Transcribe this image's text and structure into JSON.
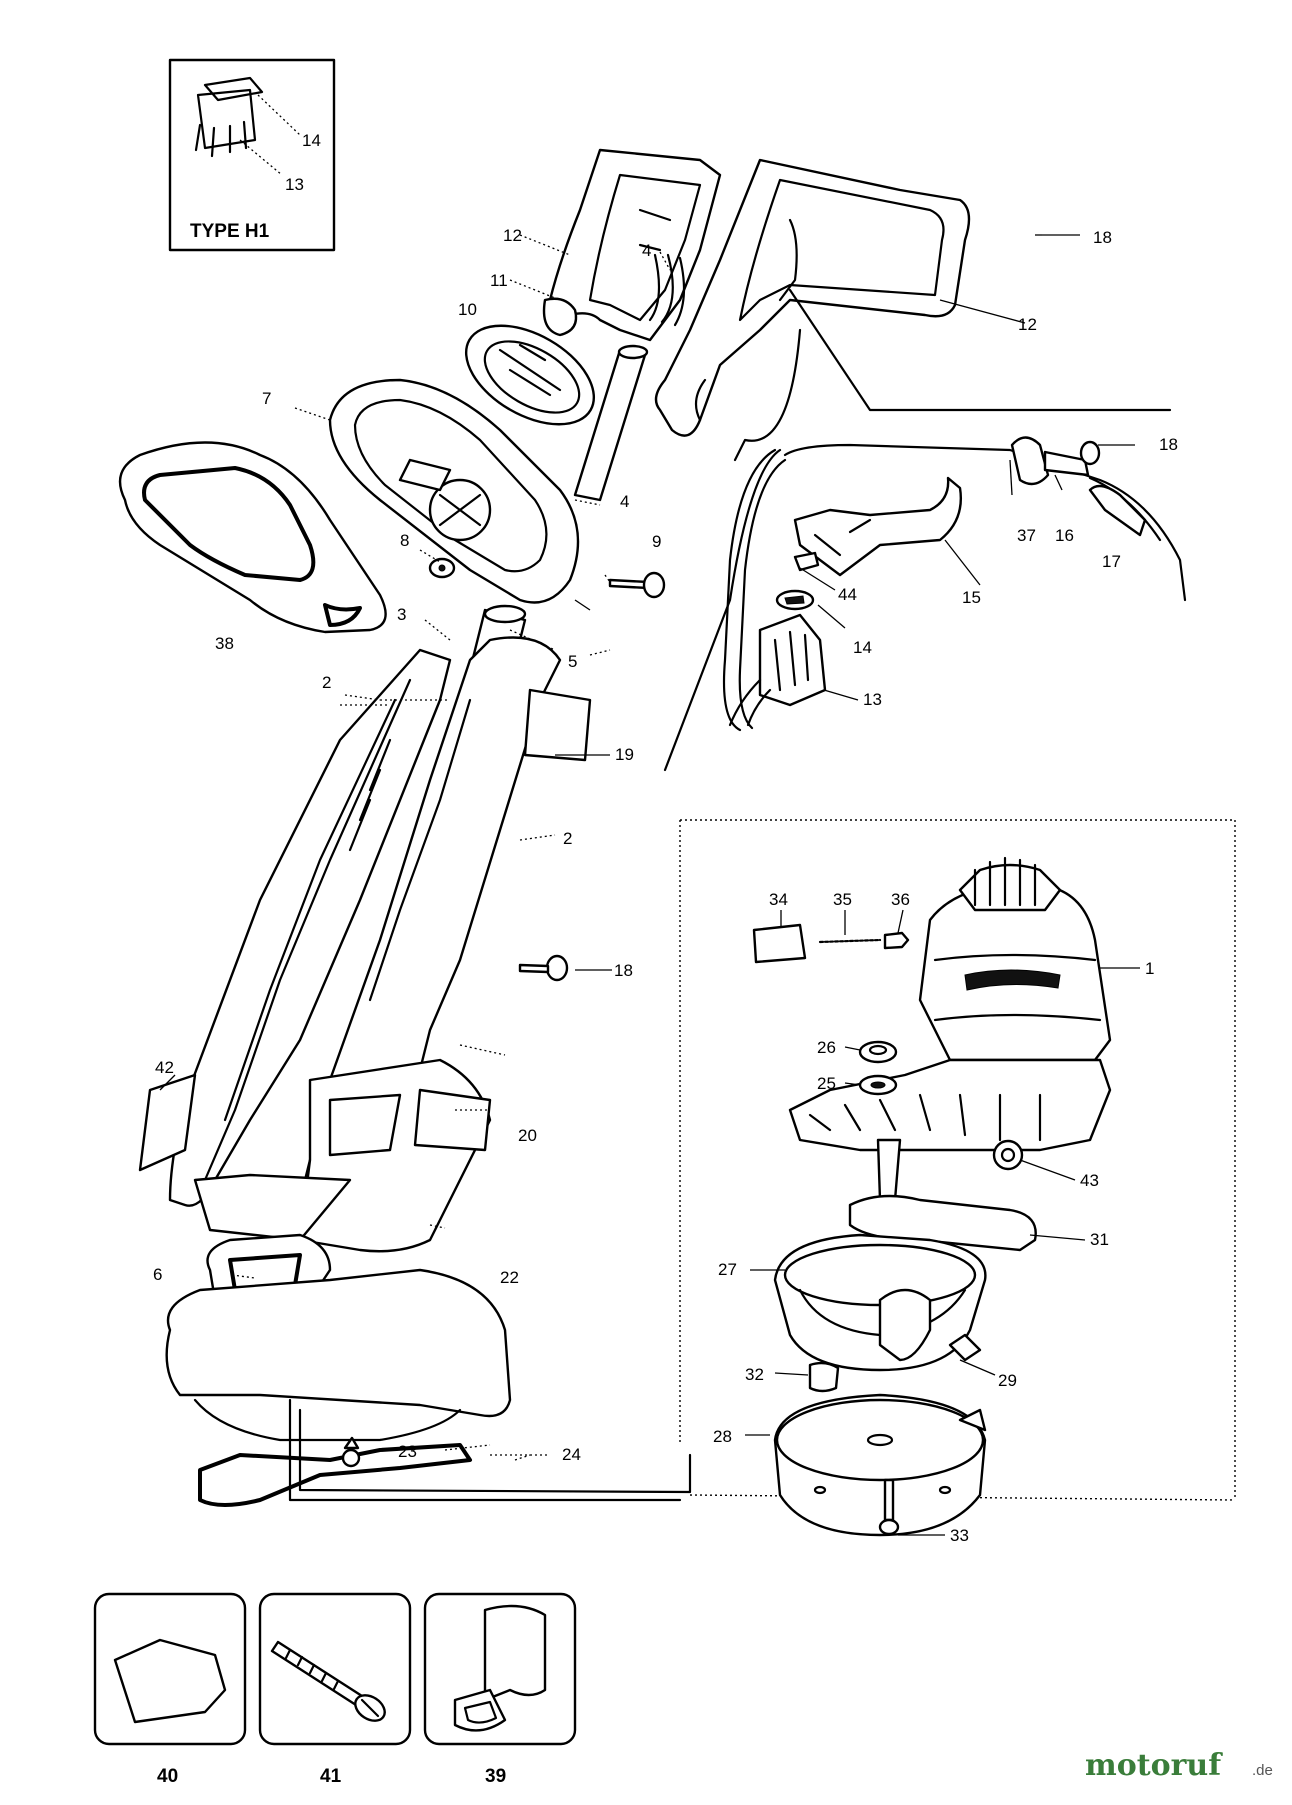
{
  "inset": {
    "title": "TYPE H1",
    "labels": [
      "14",
      "13"
    ]
  },
  "callouts": {
    "p1": "1",
    "p2a": "2",
    "p2b": "2",
    "p3": "3",
    "p4a": "4",
    "p4b": "4",
    "p5": "5",
    "p6": "6",
    "p7": "7",
    "p8": "8",
    "p9": "9",
    "p10": "10",
    "p11": "11",
    "p12a": "12",
    "p12b": "12",
    "p13": "13",
    "p14": "14",
    "p15": "15",
    "p16": "16",
    "p17": "17",
    "p18a": "18",
    "p18b": "18",
    "p18c": "18",
    "p19": "19",
    "p20": "20",
    "p22": "22",
    "p23": "23",
    "p24": "24",
    "p25": "25",
    "p26": "26",
    "p27": "27",
    "p28": "28",
    "p29": "29",
    "p31": "31",
    "p32": "32",
    "p33": "33",
    "p34": "34",
    "p35": "35",
    "p36": "36",
    "p37": "37",
    "p38": "38",
    "p42": "42",
    "p43": "43",
    "p44": "44"
  },
  "accessories": [
    {
      "label": "40",
      "icon": "line-spool-plate-icon"
    },
    {
      "label": "41",
      "icon": "screw-icon"
    },
    {
      "label": "39",
      "icon": "cable-clip-icon"
    }
  ],
  "brand": {
    "name": "motoruf",
    "suffix": ".de"
  }
}
